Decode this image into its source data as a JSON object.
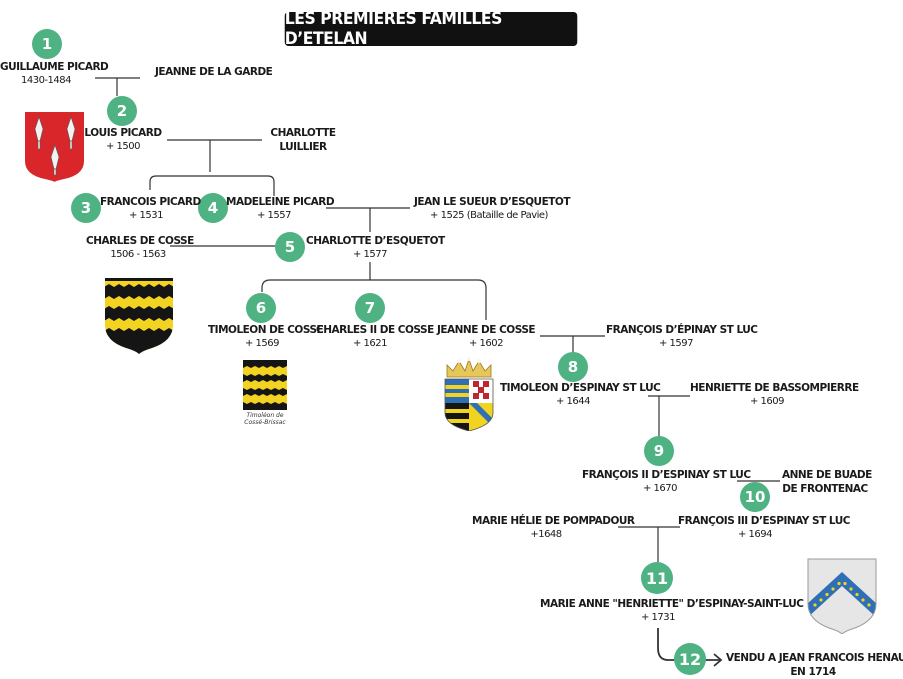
{
  "title": "LES PREMIERES FAMILLES D’ETELAN",
  "persons": {
    "p1": {
      "name": "GUILLAUME PICARD",
      "dates": "1430-1484"
    },
    "p1s": {
      "name": "JEANNE DE LA GARDE",
      "dates": ""
    },
    "p2": {
      "name": "LOUIS PICARD",
      "dates": "+ 1500"
    },
    "p2s": {
      "name": "CHARLOTTE",
      "dates": "LUILLIER"
    },
    "p3": {
      "name": "FRANCOIS PICARD",
      "dates": "+ 1531"
    },
    "p4": {
      "name": "MADELEINE PICARD",
      "dates": "+ 1557"
    },
    "p4s": {
      "name": "JEAN LE SUEUR D’ESQUETOT",
      "dates": "+ 1525 (Bataille de Pavie)"
    },
    "p5s": {
      "name": "CHARLES DE COSSE",
      "dates": "1506 - 1563"
    },
    "p5": {
      "name": "CHARLOTTE D’ESQUETOT",
      "dates": "+ 1577"
    },
    "p6": {
      "name": "TIMOLEON DE COSSE",
      "dates": "+ 1569"
    },
    "p7": {
      "name": "CHARLES II DE COSSE",
      "dates": "+ 1621"
    },
    "p7b": {
      "name": "JEANNE DE COSSE",
      "dates": "+ 1602"
    },
    "p7bs": {
      "name": "FRANÇOIS D’ÉPINAY ST LUC",
      "dates": "+ 1597"
    },
    "p8": {
      "name": "TIMOLEON D’ESPINAY ST LUC",
      "dates": "+ 1644"
    },
    "p8s": {
      "name": "HENRIETTE DE BASSOMPIERRE",
      "dates": "+ 1609"
    },
    "p9": {
      "name": "FRANÇOIS II D’ESPINAY ST LUC",
      "dates": "+ 1670"
    },
    "p9s": {
      "name": "ANNE DE BUADE",
      "dates": "DE FRONTENAC"
    },
    "p10s": {
      "name": "MARIE HÉLIE DE POMPADOUR",
      "dates": "+1648"
    },
    "p10": {
      "name": "FRANÇOIS III D’ESPINAY ST LUC",
      "dates": "+ 1694"
    },
    "p11": {
      "name": "MARIE ANNE \"HENRIETTE\" D’ESPINAY-SAINT-LUC",
      "dates": "+ 1731"
    },
    "p12": {
      "name": "VENDU A JEAN FRANCOIS HENAULT",
      "dates": "EN 1714"
    }
  },
  "badges": [
    "1",
    "2",
    "3",
    "4",
    "5",
    "6",
    "7",
    "8",
    "9",
    "10",
    "11",
    "12"
  ],
  "coat_caption": {
    "line1": "Timoléon de",
    "line2": "Cossé-Brissac"
  },
  "colors": {
    "badge": "#4fb283",
    "title_bg": "#111111",
    "line": "#333333",
    "picard_red": "#d9262b",
    "cosse_yellow": "#f3d321",
    "cosse_black": "#151515",
    "blazon_blue": "#2f6fb5",
    "blazon_gray": "#e6e6e6"
  }
}
